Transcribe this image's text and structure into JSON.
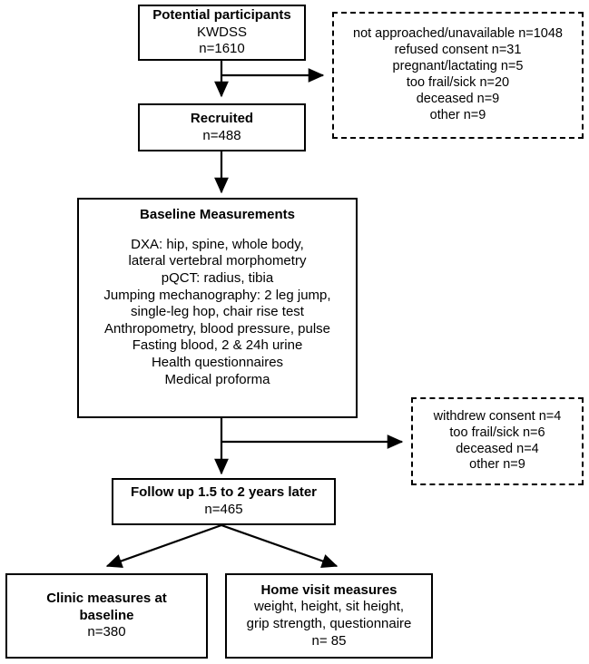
{
  "diagram": {
    "title": "KWDSS participant flow diagram",
    "stroke_color": "#000000",
    "background_color": "#ffffff"
  },
  "nodes": {
    "potential_participants": {
      "title": "Potential participants",
      "line2": "KWDSS",
      "count": "n=1610"
    },
    "exclusions_baseline": {
      "lines": [
        "not approached/unavailable n=1048",
        "refused consent n=31",
        "pregnant/lactating n=5",
        "too frail/sick n=20",
        "deceased n=9",
        "other n=9"
      ]
    },
    "recruited": {
      "title": "Recruited",
      "count": "n=488"
    },
    "baseline_measurements": {
      "title": "Baseline Measurements",
      "lines": [
        "DXA: hip, spine, whole body,",
        "lateral vertebral morphometry",
        "pQCT: radius, tibia",
        "Jumping mechanography: 2 leg jump,",
        "single-leg hop, chair rise test",
        "Anthropometry, blood pressure, pulse",
        "Fasting blood, 2 & 24h urine",
        "Health questionnaires",
        "Medical proforma"
      ]
    },
    "exclusions_followup": {
      "lines": [
        "withdrew consent n=4",
        "too frail/sick n=6",
        "deceased n=4",
        "other n=9"
      ]
    },
    "follow_up": {
      "title": "Follow up 1.5 to 2 years later",
      "count": "n=465"
    },
    "clinic_measures": {
      "line1": "Clinic measures at",
      "line2": "baseline",
      "count": "n=380"
    },
    "home_visit_measures": {
      "title": "Home visit measures",
      "lines": [
        "weight, height, sit height,",
        "grip strength, questionnaire"
      ],
      "count": "n= 85"
    }
  }
}
